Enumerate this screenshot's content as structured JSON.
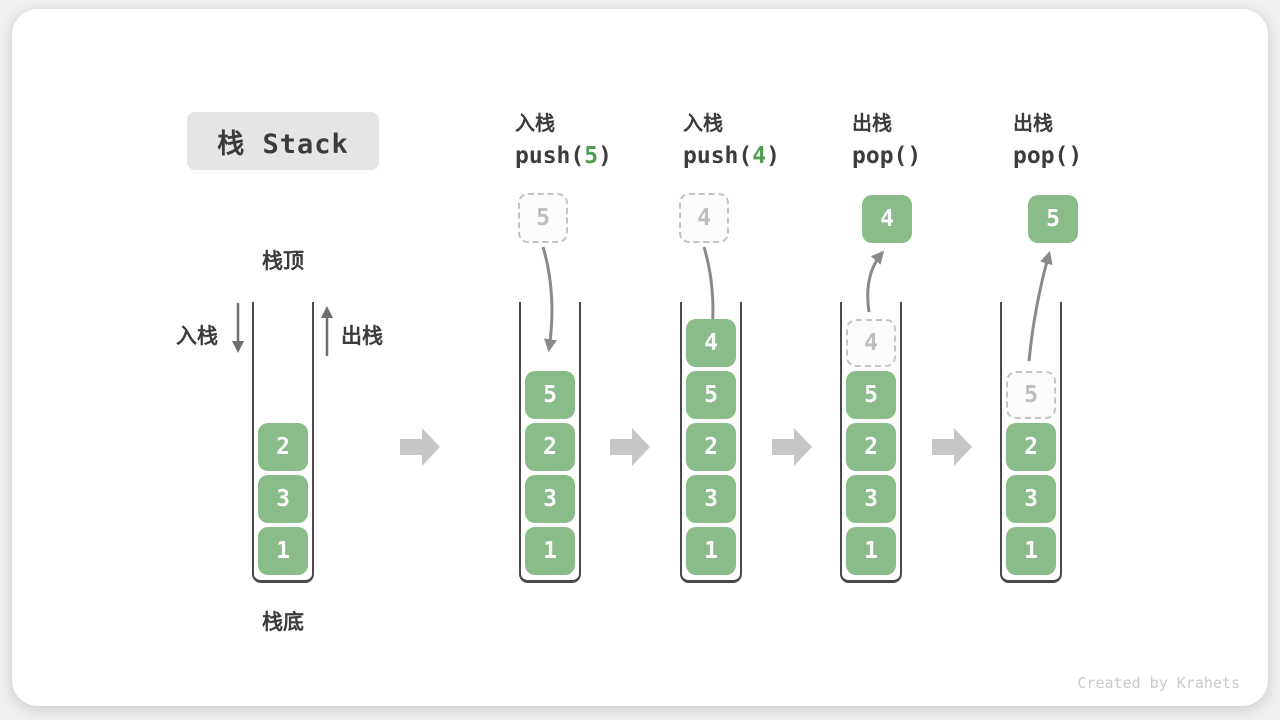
{
  "title_badge": "栈 Stack",
  "labels": {
    "stack_top": "栈顶",
    "stack_bottom": "栈底",
    "push_label": "入栈",
    "pop_label": "出栈"
  },
  "steps": [
    {
      "cn": "入栈",
      "pre": "push(",
      "arg": "5",
      "post": ")"
    },
    {
      "cn": "入栈",
      "pre": "push(",
      "arg": "4",
      "post": ")"
    },
    {
      "cn": "出栈",
      "pre": "pop()",
      "arg": "",
      "post": ""
    },
    {
      "cn": "出栈",
      "pre": "pop()",
      "arg": "",
      "post": ""
    }
  ],
  "stacks": {
    "s1": {
      "boxes": [
        "2",
        "3",
        "1"
      ]
    },
    "s2": {
      "incoming": "5",
      "boxes": [
        "5",
        "2",
        "3",
        "1"
      ]
    },
    "s3": {
      "incoming": "4",
      "boxes": [
        "4",
        "5",
        "2",
        "3",
        "1"
      ]
    },
    "s4": {
      "outgoing": "4",
      "ghost": "4",
      "boxes": [
        "5",
        "2",
        "3",
        "1"
      ]
    },
    "s5": {
      "outgoing": "5",
      "ghost": "5",
      "boxes": [
        "2",
        "3",
        "1"
      ]
    }
  },
  "watermark": "Created by Krahets",
  "colors": {
    "box_green": "#8abc8a",
    "arg_green": "#4f9e52",
    "ghost_gray": "#c4c4c4",
    "flow_arrow_gray": "#c6c6c6",
    "curve_arrow_gray": "#8a8a8a",
    "text_dark": "#3c3c3c"
  }
}
